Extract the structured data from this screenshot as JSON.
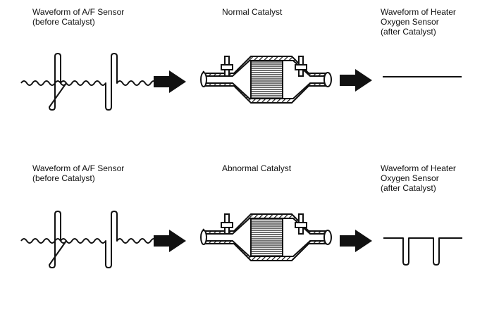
{
  "rows": [
    {
      "sensor_before_label": "Waveform of A/F Sensor\n(before Catalyst)",
      "catalyst_label": "Normal Catalyst",
      "sensor_after_label": "Waveform of Heater\nOxygen  Sensor\n(after Catalyst)"
    },
    {
      "sensor_before_label": "Waveform of A/F Sensor\n(before Catalyst)",
      "catalyst_label": "Abnormal Catalyst",
      "sensor_after_label": "Waveform of Heater\nOxygen  Sensor\n(after Catalyst)"
    }
  ],
  "colors": {
    "ink": "#111111",
    "background": "#ffffff"
  },
  "icons": [
    "arrow-right-icon",
    "catalytic-converter-icon"
  ]
}
